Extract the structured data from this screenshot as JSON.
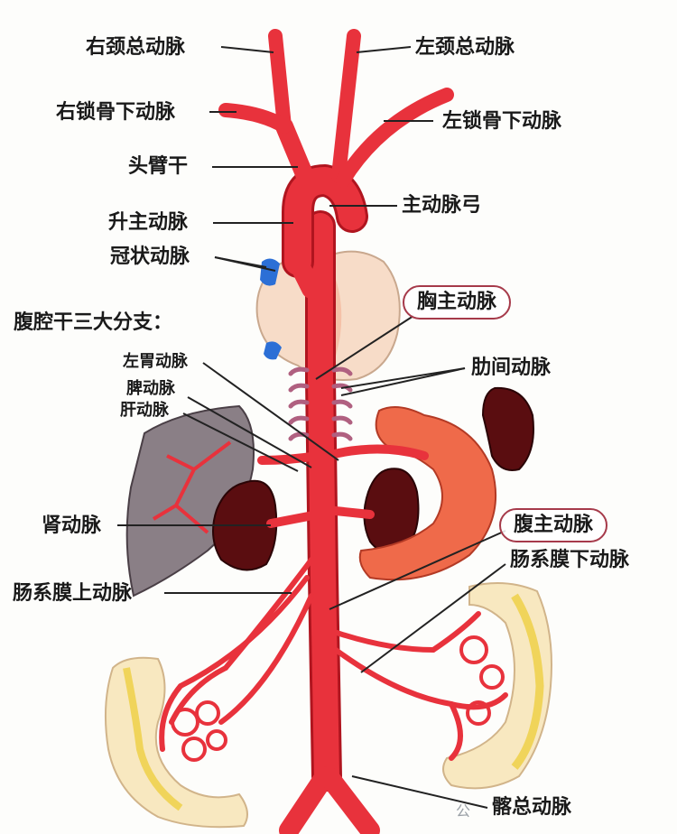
{
  "labels": {
    "right_common_carotid": "右颈总动脉",
    "left_common_carotid": "左颈总动脉",
    "right_subclavian": "右锁骨下动脉",
    "left_subclavian": "左锁骨下动脉",
    "brachiocephalic_trunk": "头臂干",
    "aortic_arch": "主动脉弓",
    "ascending_aorta": "升主动脉",
    "coronary_artery": "冠状动脉",
    "thoracic_aorta": "胸主动脉",
    "celiac_branches_title": "腹腔干三大分支：",
    "left_gastric": "左胃动脉",
    "splenic": "脾动脉",
    "hepatic": "肝动脉",
    "intercostal": "肋间动脉",
    "renal": "肾动脉",
    "abdominal_aorta": "腹主动脉",
    "inferior_mesenteric": "肠系膜下动脉",
    "superior_mesenteric": "肠系膜上动脉",
    "common_iliac": "髂总动脉"
  },
  "watermark": "公",
  "colors": {
    "artery": "#e8323c",
    "artery_dark": "#b0151f",
    "heart": "#f7dcc8",
    "liver": "#8a7f86",
    "kidney": "#5a0d10",
    "stomach": "#ef6a4a",
    "intestine": "#f8e8c0",
    "vein_blue": "#2c6fd6",
    "leader": "#222222",
    "highlight_ring": "#a63a4a"
  }
}
